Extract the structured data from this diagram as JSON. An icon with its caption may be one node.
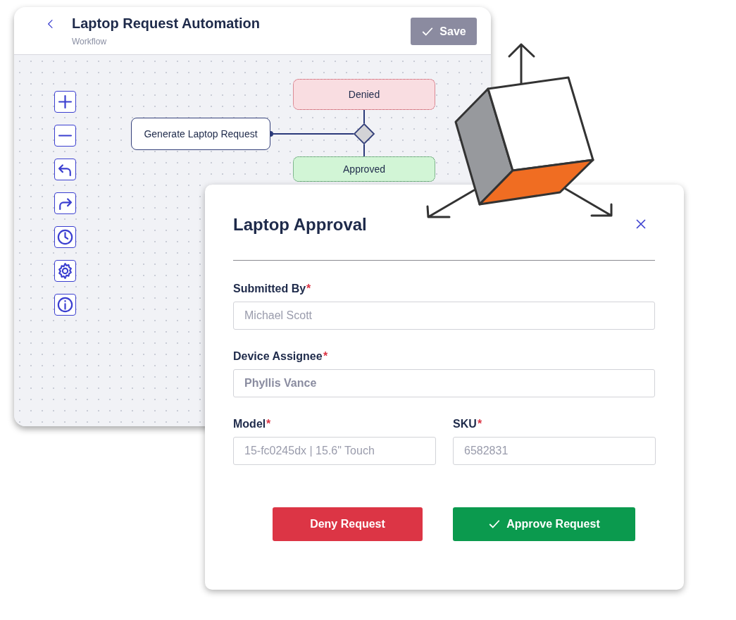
{
  "diagram": {
    "nodes": [
      {
        "text": [
          "Generate Laptop Request"
        ]
      },
      {
        "text": [],
        "shape": "diamond"
      },
      {
        "text": [
          "Denied"
        ]
      },
      {
        "text": [
          "Approved"
        ]
      }
    ],
    "edges": [
      {
        "from": 0,
        "to": 1,
        "arrow": "other"
      },
      {
        "from": 1,
        "to": 2,
        "arrow": "none"
      },
      {
        "from": 1,
        "to": 3,
        "arrow": "none"
      }
    ],
    "labels": [
      "Laptop Request Automation",
      "Workflow",
      "Save",
      "Laptop Approval",
      "Submitted By",
      "*",
      "Michael Scott",
      "Device Assignee",
      "*",
      "Phyllis Vance",
      "Model",
      "*",
      "15-fc0245dx | 15.6\" Touch",
      "SKU",
      "*",
      "6582831",
      "Deny Request",
      "Approve Request"
    ]
  }
}
